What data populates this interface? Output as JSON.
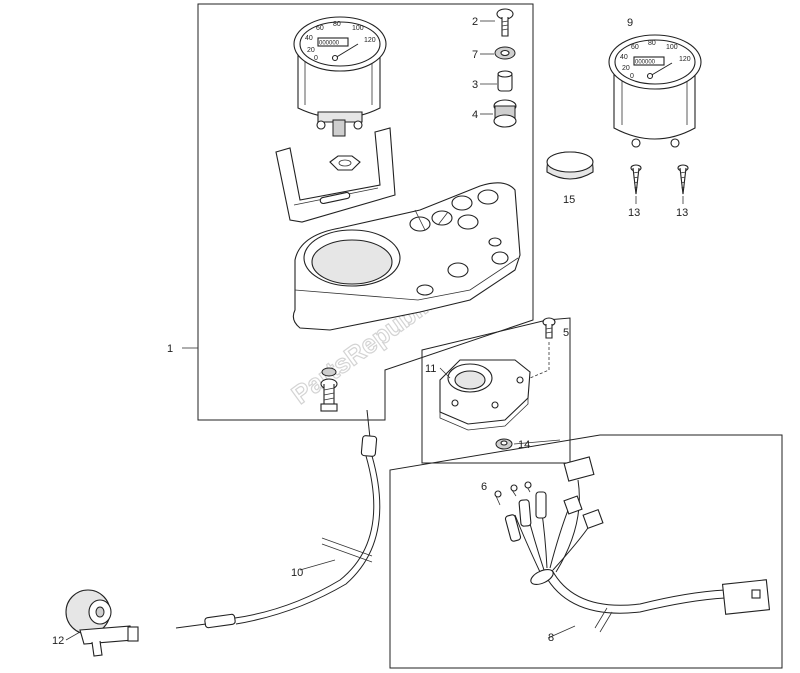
{
  "watermark": "PartsRepublik",
  "callouts": {
    "c1": "1",
    "c2": "2",
    "c3": "3",
    "c4": "4",
    "c5": "5",
    "c6": "6",
    "c7": "7",
    "c8": "8",
    "c9": "9",
    "c10": "10",
    "c11": "11",
    "c12": "12",
    "c13a": "13",
    "c13b": "13",
    "c14": "14",
    "c15": "15"
  },
  "gauge_left": {
    "s20": "20",
    "s40": "40",
    "s60": "60",
    "s80": "80",
    "s100": "100",
    "s120": "120",
    "zero": "0",
    "odometer": "000000"
  },
  "gauge_right": {
    "s20": "20",
    "s40": "40",
    "s60": "60",
    "s80": "80",
    "s100": "100",
    "s120": "120",
    "zero": "0",
    "odometer": "000000"
  }
}
